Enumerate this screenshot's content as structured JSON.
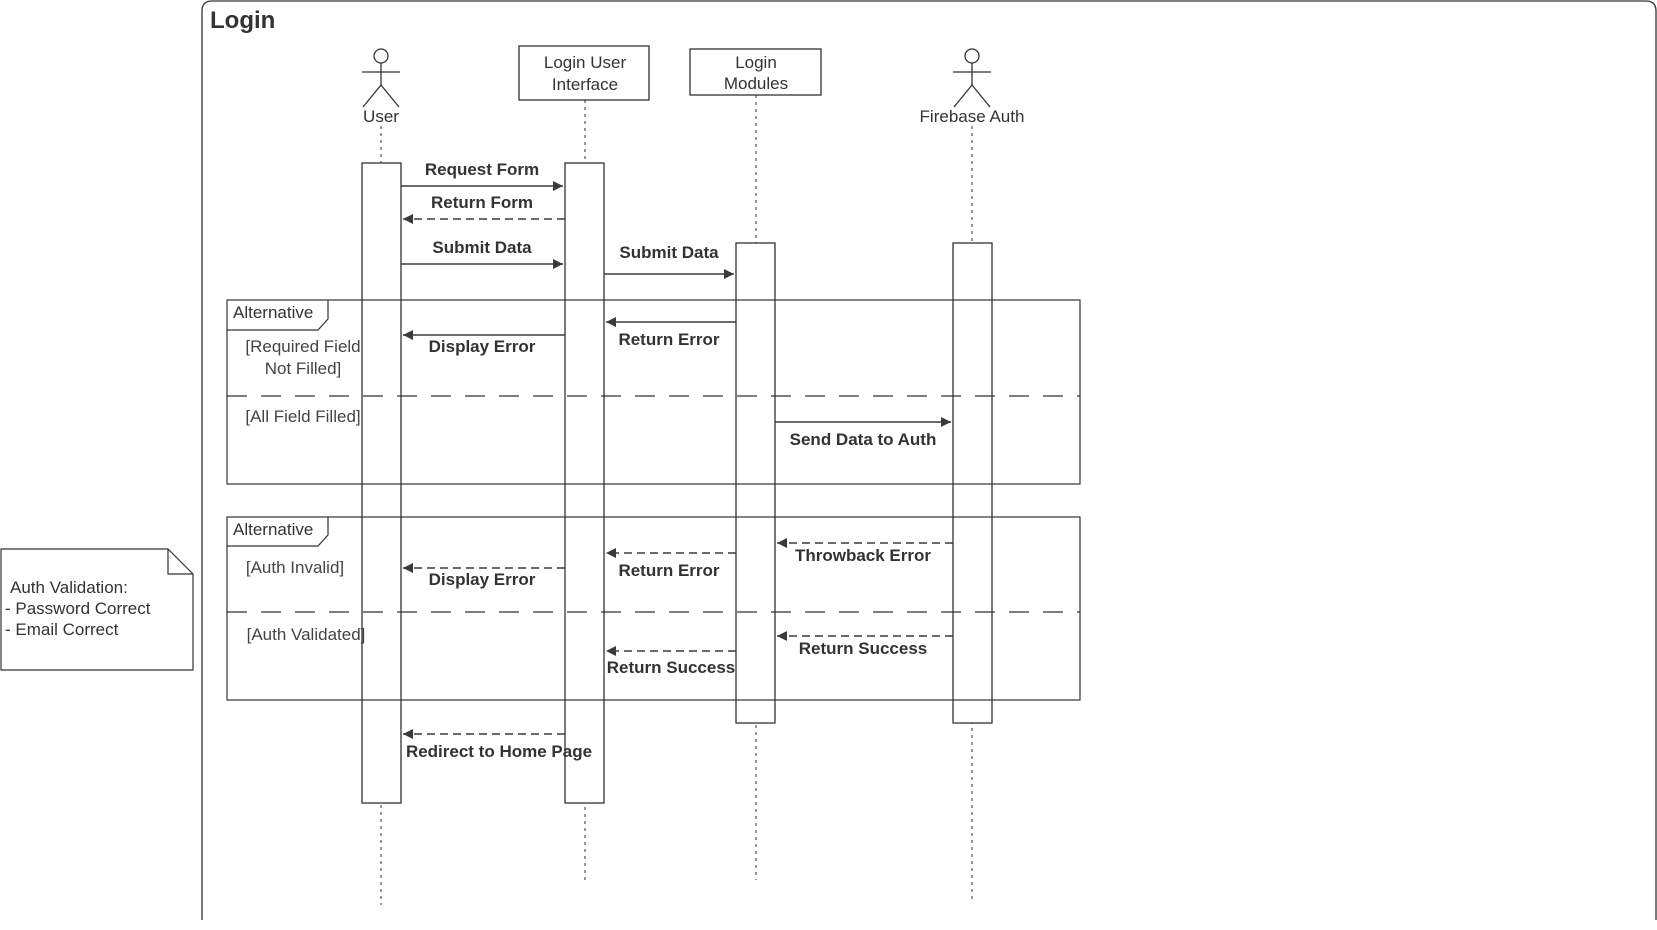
{
  "frame": {
    "title": "Login"
  },
  "participants": [
    {
      "id": "user",
      "kind": "actor",
      "label": "User"
    },
    {
      "id": "ui",
      "kind": "box",
      "label_lines": [
        "Login User",
        "Interface"
      ]
    },
    {
      "id": "modules",
      "kind": "box",
      "label_lines": [
        "Login",
        "Modules"
      ]
    },
    {
      "id": "auth",
      "kind": "actor",
      "label": "Firebase Auth"
    }
  ],
  "messages": [
    {
      "label": "Request Form",
      "from": "user",
      "to": "ui",
      "style": "solid"
    },
    {
      "label": "Return Form",
      "from": "ui",
      "to": "user",
      "style": "dashed"
    },
    {
      "label": "Submit Data",
      "from": "user",
      "to": "ui",
      "style": "solid"
    },
    {
      "label": "Submit Data",
      "from": "ui",
      "to": "modules",
      "style": "solid"
    },
    {
      "label": "Return Error",
      "from": "modules",
      "to": "ui",
      "style": "solid"
    },
    {
      "label": "Display Error",
      "from": "ui",
      "to": "user",
      "style": "solid"
    },
    {
      "label": "Send Data to Auth",
      "from": "modules",
      "to": "auth",
      "style": "solid"
    },
    {
      "label": "Throwback Error",
      "from": "auth",
      "to": "modules",
      "style": "dashed"
    },
    {
      "label": "Return Error",
      "from": "modules",
      "to": "ui",
      "style": "dashed"
    },
    {
      "label": "Display Error",
      "from": "ui",
      "to": "user",
      "style": "dashed"
    },
    {
      "label": "Return Success",
      "from": "auth",
      "to": "modules",
      "style": "dashed"
    },
    {
      "label": "Return Success",
      "from": "modules",
      "to": "ui",
      "style": "dashed"
    },
    {
      "label": "Redirect to Home Page",
      "from": "ui",
      "to": "user",
      "style": "dashed"
    }
  ],
  "fragments": [
    {
      "type": "Alternative",
      "guards": [
        [
          "[Required Field",
          "Not Filled]"
        ],
        [
          "[All Field Filled]"
        ]
      ]
    },
    {
      "type": "Alternative",
      "guards": [
        [
          "[Auth Invalid]"
        ],
        [
          "[Auth Validated]"
        ]
      ]
    }
  ],
  "note": {
    "lines": [
      "Auth Validation:",
      "- Password Correct",
      "- Email Correct"
    ]
  }
}
